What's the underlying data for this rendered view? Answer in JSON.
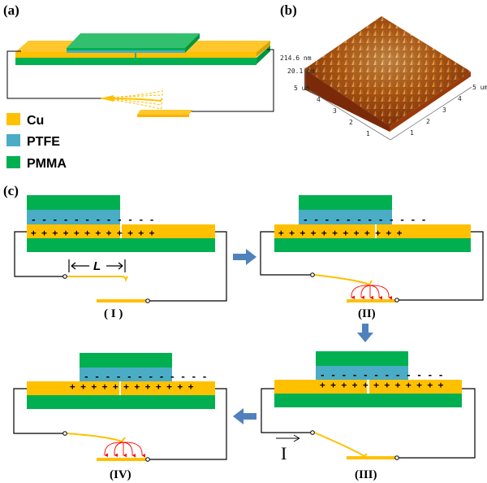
{
  "panels": {
    "a": {
      "label": "(a)"
    },
    "b": {
      "label": "(b)",
      "afm": {
        "z_max": "214.6 nm",
        "z_min": "20.1 nm",
        "x_axis_max": "5 um",
        "y_axis_max": "5 um",
        "x_ticks": [
          "1",
          "2",
          "3",
          "4"
        ],
        "y_ticks": [
          "1",
          "2",
          "3",
          "4"
        ]
      }
    },
    "c": {
      "label": "(c)"
    }
  },
  "legend": [
    {
      "label": "Cu",
      "color": "#FFC000"
    },
    {
      "label": "PTFE",
      "color": "#4BACC6"
    },
    {
      "label": "PMMA",
      "color": "#00B050"
    }
  ],
  "colors": {
    "cu": "#FFC000",
    "ptfe": "#4BACC6",
    "pmma": "#00B050",
    "wire": "#000000",
    "field": "#FF0000",
    "arrow": "#4F81BD"
  },
  "stages": [
    {
      "id": "I",
      "label": "( I )",
      "length_label": "L"
    },
    {
      "id": "II",
      "label": "(II)"
    },
    {
      "id": "III",
      "label": "(III)",
      "current_label": "I"
    },
    {
      "id": "IV",
      "label": "(IV)"
    }
  ],
  "charges": {
    "negative": "- - - - - - - - - - - -",
    "positive": "+ + + + + + + + + + + +"
  }
}
